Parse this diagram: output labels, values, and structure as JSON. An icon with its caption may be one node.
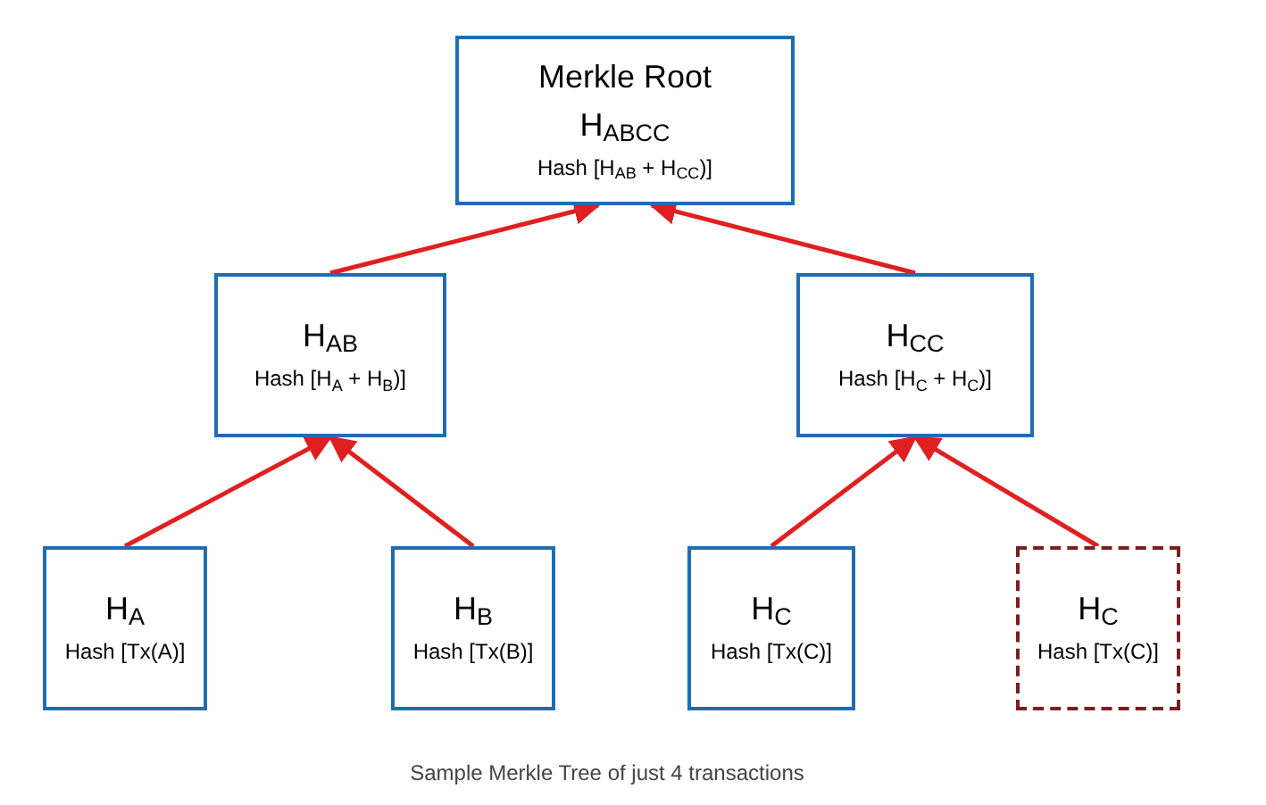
{
  "diagram": {
    "caption": "Sample Merkle Tree of just 4 transactions",
    "nodes": [
      {
        "text": [
          "Merkle Root",
          "H$_{ABCC}$",
          "Hash [H$_{AB}$ + H$_{CC}$)]"
        ]
      },
      {
        "text": [
          "H$_{AB}$",
          "Hash [H$_{A}$ + H$_{B}$)]"
        ]
      },
      {
        "text": [
          "H$_{CC}$",
          "Hash [H$_{C}$ + H$_{C}$)]"
        ]
      },
      {
        "text": [
          "H$_{A}$",
          "Hash [Tx(A)]"
        ]
      },
      {
        "text": [
          "H$_{B}$",
          "Hash [Tx(B)]"
        ]
      },
      {
        "text": [
          "H$_{C}$",
          "Hash [Tx(C)]"
        ]
      },
      {
        "text": [
          "H$_{C}$",
          "Hash [Tx(C)]"
        ]
      }
    ],
    "edges": [
      {
        "from": 3,
        "to": 1,
        "arrow": "to"
      },
      {
        "from": 4,
        "to": 1,
        "arrow": "to"
      },
      {
        "from": 5,
        "to": 2,
        "arrow": "to"
      },
      {
        "from": 6,
        "to": 2,
        "arrow": "to"
      },
      {
        "from": 1,
        "to": 0,
        "arrow": "to"
      },
      {
        "from": 2,
        "to": 0,
        "arrow": "to"
      }
    ]
  }
}
